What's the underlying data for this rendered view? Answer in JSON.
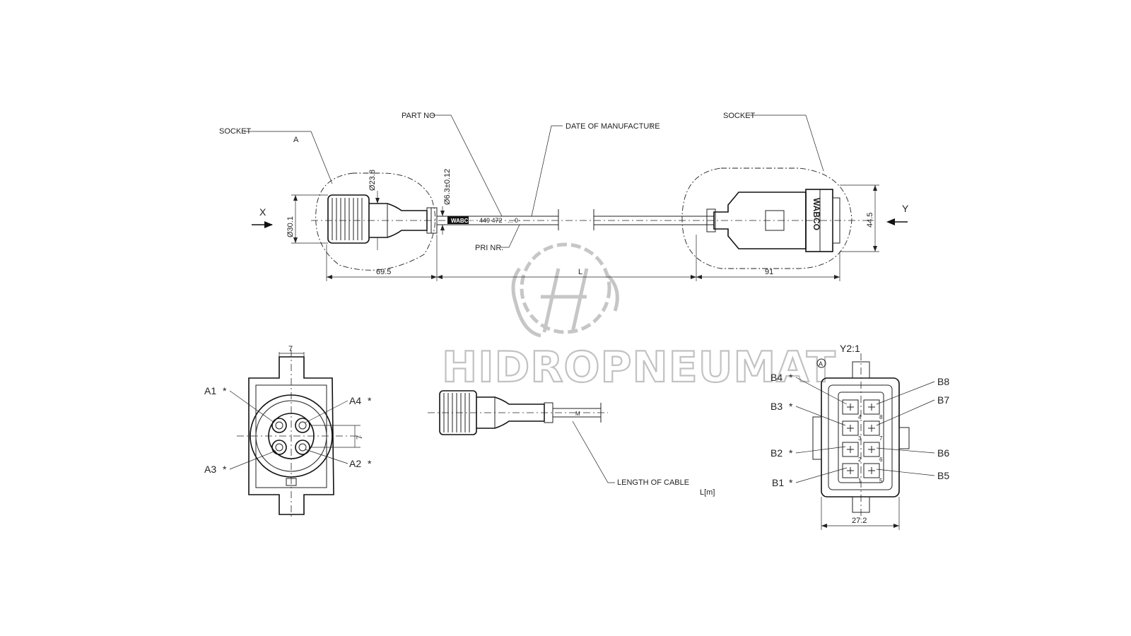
{
  "top_view": {
    "label_socket_left": "SOCKET",
    "label_a": "A",
    "label_part_no": "PART NO",
    "label_date": "DATE OF MANUFACTURE",
    "label_date_colon": ":",
    "label_socket_right": "SOCKET",
    "label_x": "X",
    "label_y": "Y",
    "label_pri": "PRI NR.",
    "part_number": "449 472",
    "part_suffix": "... 0-",
    "brand": "WABCO",
    "dim_d301": "Ø30.1",
    "dim_d238": "Ø23.8",
    "dim_d63": "Ø6.3±0.12",
    "dim_445": "44.5",
    "dim_695": "69.5",
    "dim_l": "L",
    "dim_91": "91"
  },
  "view_x": {
    "dim_7_top": "7",
    "dim_7_side": "7",
    "pins": [
      "A1",
      "A2",
      "A3",
      "A4"
    ],
    "star": "*"
  },
  "side_view": {
    "label_length": "LENGTH OF CABLE",
    "label_m": "M",
    "label_lm": "L[m]"
  },
  "view_y": {
    "title": "Y2:1",
    "marker": "A",
    "pins_left": [
      "B4",
      "B3",
      "B2",
      "B1"
    ],
    "pins_right": [
      "B8",
      "B7",
      "B6",
      "B5"
    ],
    "pin_numbers": [
      "4",
      "8",
      "3",
      "7",
      "2",
      "6",
      "1",
      "5"
    ],
    "dim_width": "27.2"
  },
  "watermark": {
    "brand": "HIDROPNEUMAT"
  }
}
